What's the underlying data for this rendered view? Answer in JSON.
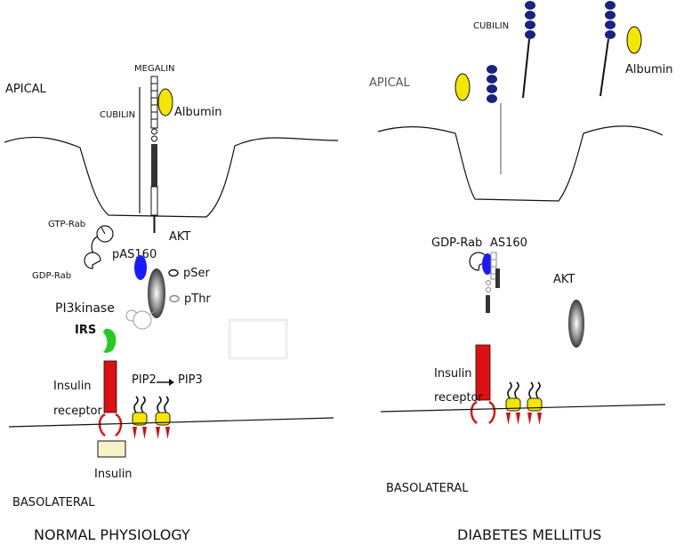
{
  "normal": {
    "apical": "APICAL",
    "megalin": "MEGALIN",
    "cubilin": "CUBILIN",
    "albumin": "Albumin",
    "gtp_rab": "GTP-Rab",
    "gdp_rab": "GDP-Rab",
    "pas160": "pAS160",
    "akt": "AKT",
    "pser": "pSer",
    "pthr": "pThr",
    "pi3kinase": "PI3kinase",
    "irs": "IRS",
    "insulin_receptor_1": "Insulin",
    "insulin_receptor_2": "receptor",
    "pip2": "PIP2",
    "pip3": "PIP3",
    "insulin": "Insulin",
    "basolateral": "BASOLATERAL",
    "caption": "NORMAL PHYSIOLOGY"
  },
  "diabetes": {
    "apical": "APICAL",
    "cubilin": "CUBILIN",
    "albumin": "Albumin",
    "gdp_rab": "GDP-Rab",
    "as160": "AS160",
    "akt": "AKT",
    "insulin_receptor_1": "Insulin",
    "insulin_receptor_2": "receptor",
    "basolateral": "BASOLATERAL",
    "caption": "DIABETES MELLITUS"
  },
  "colors": {
    "albumin": "#f5e600",
    "cubilin": "#1a237e",
    "as160": "#1a1aff",
    "irs": "#22cc22",
    "receptor": "#dd1111",
    "insulin": "#f7f3c8",
    "lipid_head": "#f5e600",
    "lipid_tail": "#cc1111"
  }
}
